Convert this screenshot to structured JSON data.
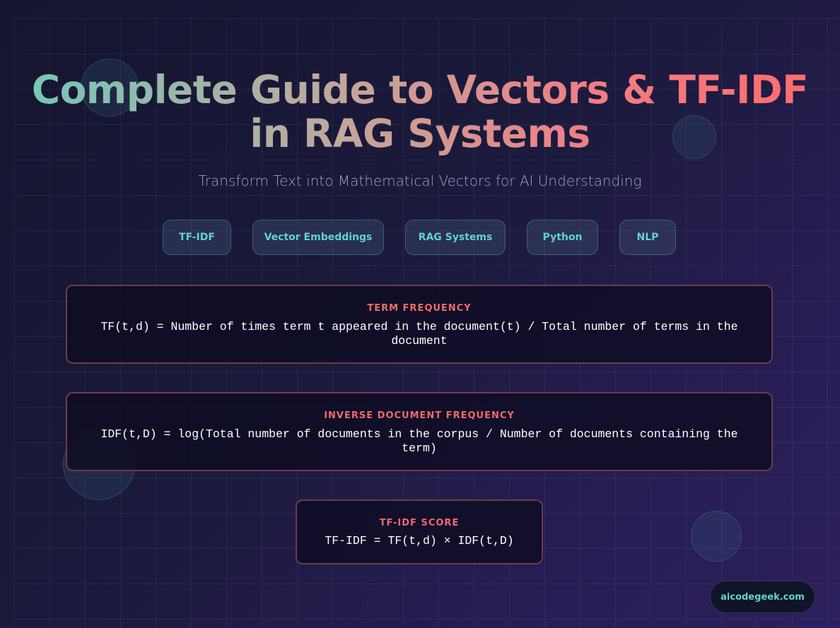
{
  "title": {
    "line1": "Complete Guide to Vectors & TF-IDF",
    "line2": "in RAG Systems"
  },
  "subtitle": "Transform Text into Mathematical Vectors for AI Understanding",
  "tags": [
    "TF-IDF",
    "Vector Embeddings",
    "RAG Systems",
    "Python",
    "NLP"
  ],
  "cards": [
    {
      "label": "TERM FREQUENCY",
      "formula": "TF(t,d) = Number of times term t appeared in the document(t) / Total number of terms in the document"
    },
    {
      "label": "INVERSE DOCUMENT FREQUENCY",
      "formula": "IDF(t,D) = log(Total number of documents in the corpus / Number of documents containing the term)"
    },
    {
      "label": "TF-IDF SCORE",
      "formula": "TF-IDF = TF(t,d) × IDF(t,D)"
    }
  ],
  "footer": "aicodegeek.com",
  "colors": {
    "accent_teal": "#5fd4cc",
    "accent_coral": "#f06a6a",
    "card_border": "#6e3a4c"
  }
}
